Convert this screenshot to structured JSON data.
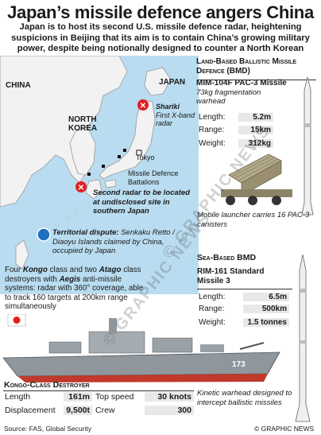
{
  "title": "Japan’s missile defence angers China",
  "subtitle": "Japan is to host its second U.S. missile defence radar, heightening suspicions in Beijing that its aim is to contain China’s growing military power, despite being notionally designed to counter a North Korean threat",
  "map": {
    "china": "CHINA",
    "north_korea": "NORTH KOREA",
    "japan": "JAPAN",
    "shariki_name": "Shariki",
    "shariki_desc": "First X-band radar",
    "tokyo": "Tokyo",
    "battalions": "Missile Defence Battalions",
    "second_radar": "Second radar to be located at undisclosed site in southern Japan",
    "dispute_head": "Territorial dispute:",
    "dispute_body": "Senkaku Retto / Diaoyu Islands claimed by China, occupied by Japan"
  },
  "land": {
    "heading": "Land-Based Ballistic Missile Defence (BMD)",
    "missile": "MIM-104F PAC-3 Missile",
    "warhead": "73kg fragmentation warhead",
    "specs": [
      {
        "label": "Length:",
        "value": "5.2m"
      },
      {
        "label": "Range:",
        "value": "15km"
      },
      {
        "label": "Weight:",
        "value": "312kg"
      }
    ],
    "launcher_note": "Mobile launcher carries 16 PAC-3 canisters"
  },
  "sea": {
    "heading": "Sea-Based BMD",
    "missile": "RIM-161 Standard Missile 3",
    "specs": [
      {
        "label": "Length:",
        "value": "6.5m"
      },
      {
        "label": "Range:",
        "value": "500km"
      },
      {
        "label": "Weight:",
        "value": "1.5 tonnes"
      }
    ],
    "warhead_note": "Kinetic warhead designed to intercept ballistic missiles"
  },
  "destroyer": {
    "text_pre": "Four ",
    "kongo": "Kongo",
    "text_mid1": " class and two ",
    "atago": "Atago",
    "text_mid2": " class destroyers with ",
    "aegis": "Aegis",
    "text_post": " anti-missile systems: radar with 360° coverage, able to track 160 targets at 200km range simultaneously",
    "hull_number": "173",
    "table_heading": "Kongo-Class Destroyer",
    "stats": [
      {
        "label": "Length",
        "value": "161m"
      },
      {
        "label": "Top speed",
        "value": "30 knots"
      },
      {
        "label": "Displacement",
        "value": "9,500t"
      },
      {
        "label": "Crew",
        "value": "300"
      }
    ]
  },
  "footer": {
    "source": "Source: FAS, Global Security",
    "credit": "© GRAPHIC NEWS"
  },
  "watermark": "© GRAPHIC NEWS",
  "colors": {
    "sea": "#b9dcf0",
    "land": "#f2f2f2",
    "marker_red": "#e02020",
    "dispute_blue": "#1f6fbf",
    "value_bg": "#e8e8e8"
  }
}
